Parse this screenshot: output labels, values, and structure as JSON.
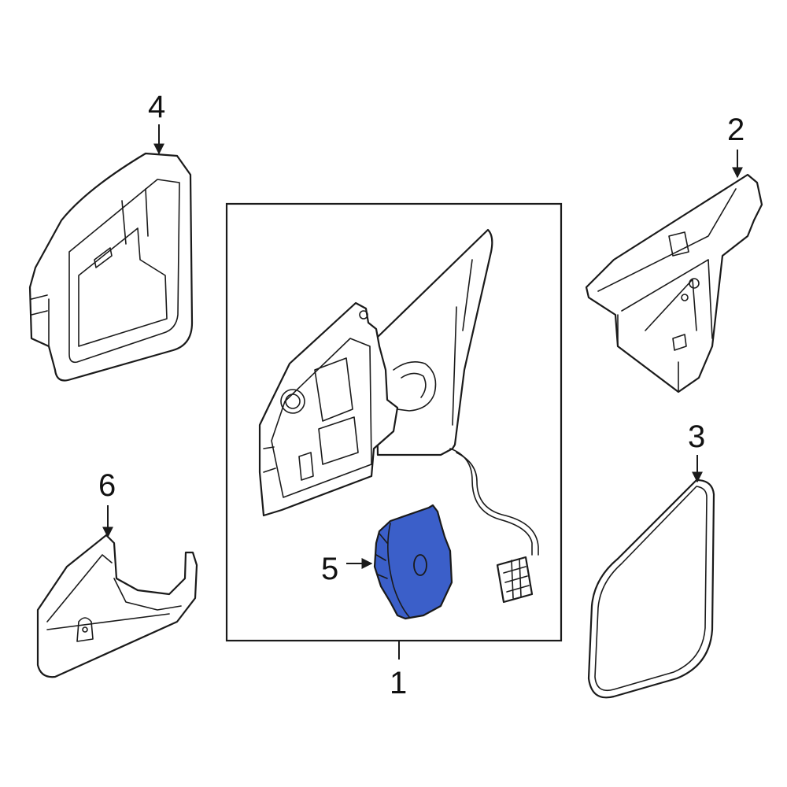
{
  "diagram": {
    "highlight_color": "#3b5fc9",
    "line_color": "#1a1a1a",
    "callouts": [
      {
        "id": "1",
        "label": "1"
      },
      {
        "id": "2",
        "label": "2"
      },
      {
        "id": "3",
        "label": "3"
      },
      {
        "id": "4",
        "label": "4"
      },
      {
        "id": "5",
        "label": "5"
      },
      {
        "id": "6",
        "label": "6"
      }
    ]
  }
}
